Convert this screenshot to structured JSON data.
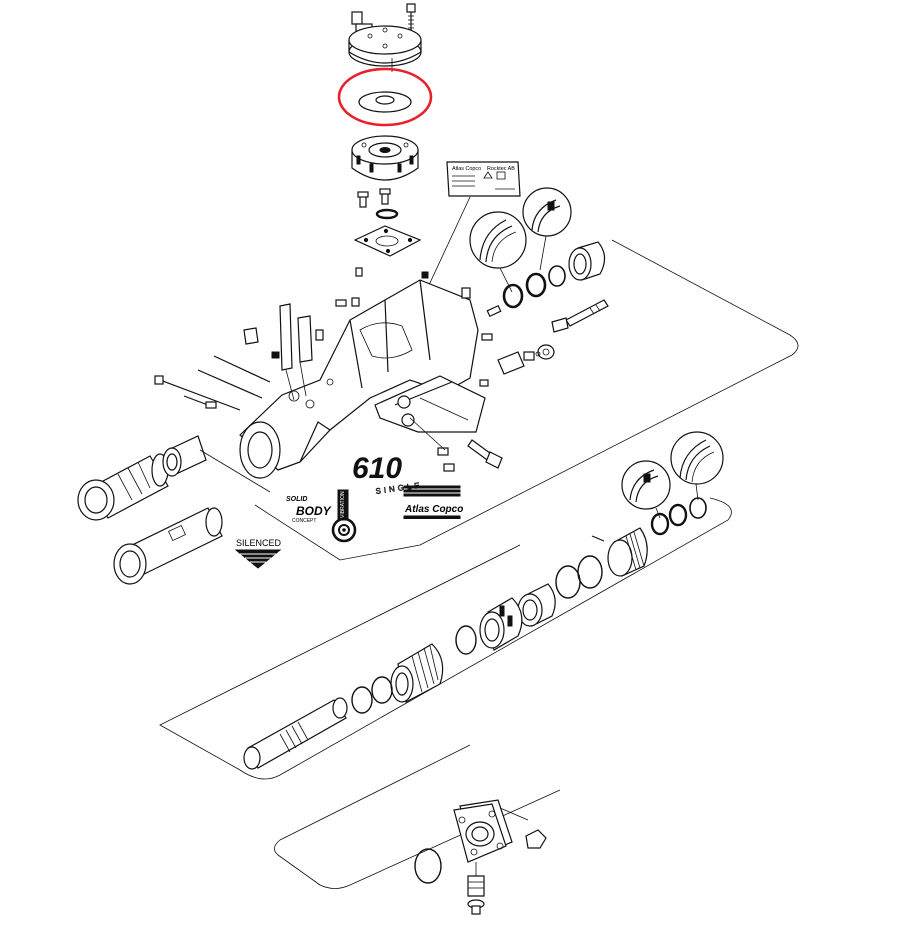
{
  "diagram": {
    "brand_logo_text": "Atlas Copco",
    "label_plate_brand": "Atlas Copco",
    "label_plate_company": "Rocktec AB",
    "model_badge_number": "610",
    "model_badge_suffix": "SINGLE",
    "solid_body_line1": "SOLID",
    "solid_body_line2": "BODY",
    "solid_body_line3": "CONCEPT",
    "silenced_label": "SILENCED",
    "vibration_badge_text": "VIBRATION",
    "highlight_color": "#e8202a",
    "line_color": "#111111"
  }
}
